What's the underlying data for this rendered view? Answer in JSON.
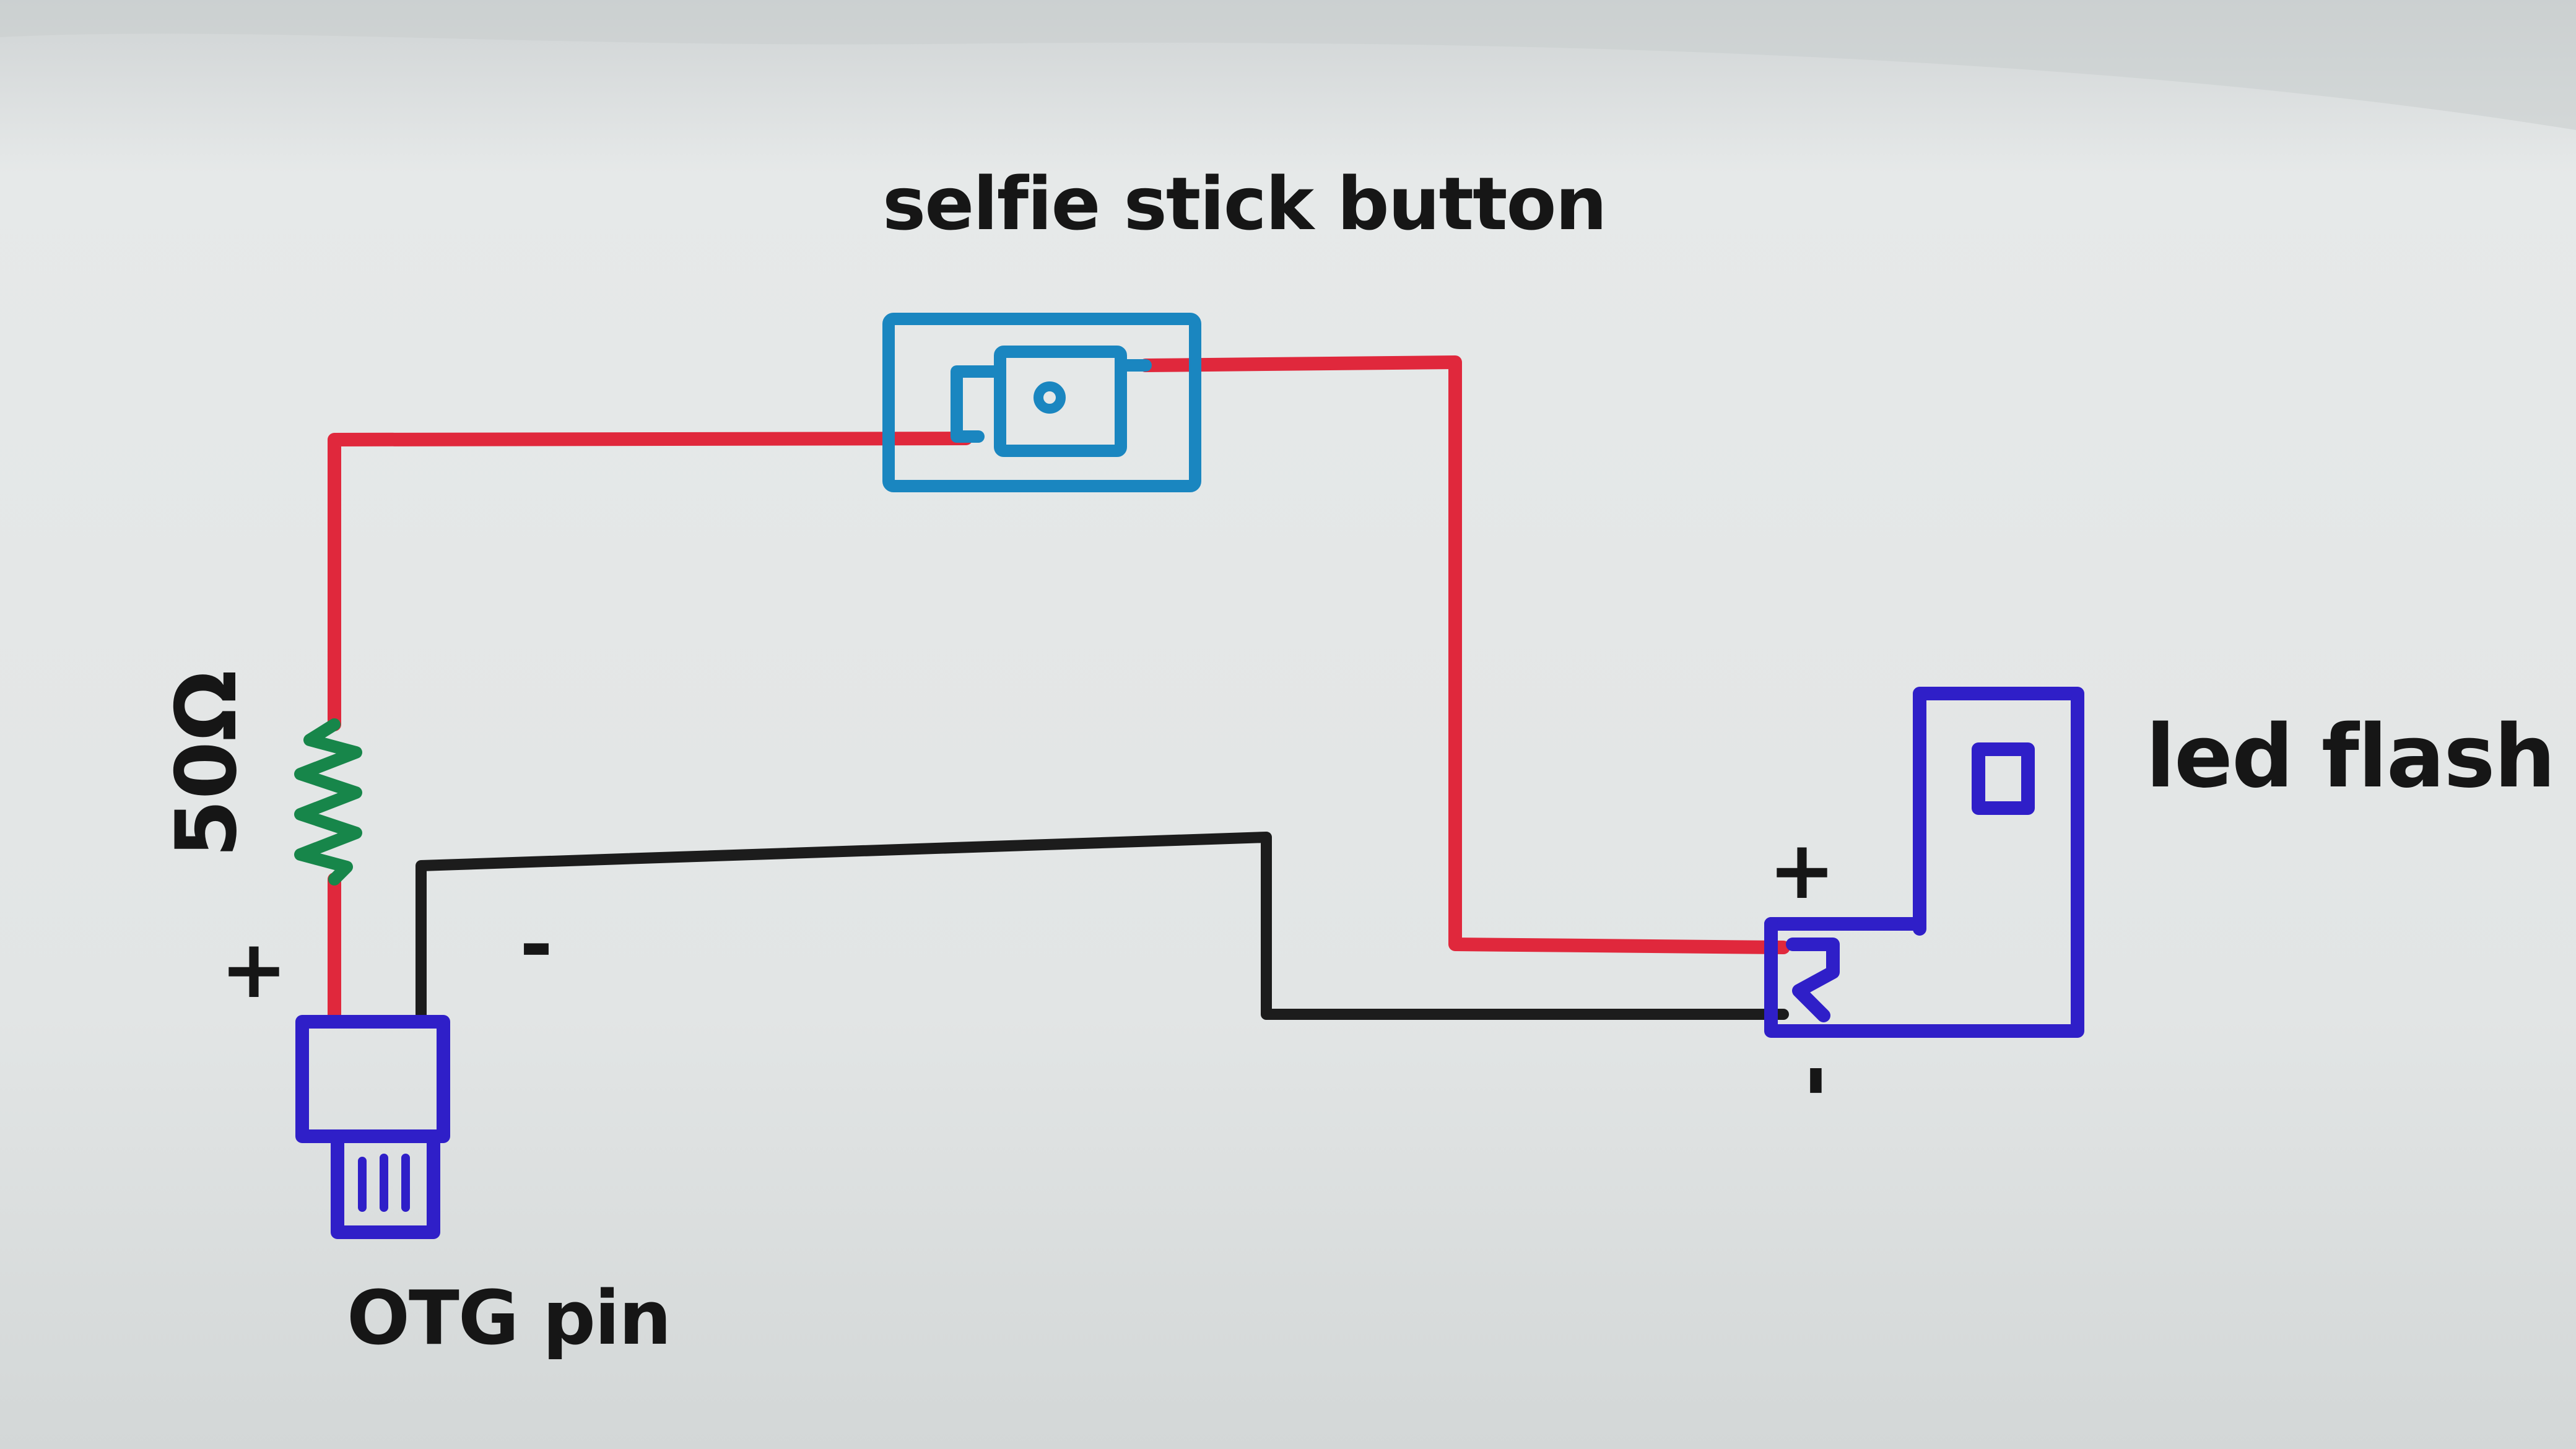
{
  "labels": {
    "button_label": "selfie stick button",
    "led_label": "led flash",
    "resistor_label": "50Ω",
    "otg_label": "OTG pin",
    "otg_plus": "+",
    "otg_minus": "-",
    "led_plus": "+",
    "led_minus": "-"
  },
  "colors": {
    "paper": "#e4e7e7",
    "positive_wire": "#e0283c",
    "negative_wire": "#1c1c1c",
    "component_blue": "#2f1fc8",
    "button_cyan": "#1a86c0",
    "resistor_green": "#17864a",
    "ink": "#161616"
  }
}
